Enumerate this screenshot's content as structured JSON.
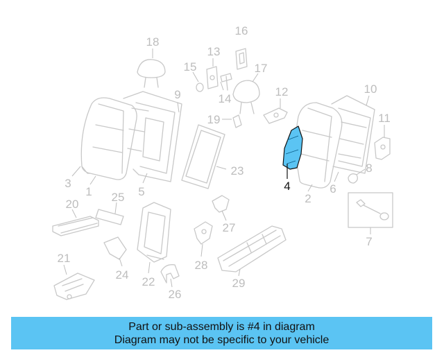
{
  "diagram": {
    "highlight_color": "#5bc4f3",
    "highlighted_part": "4",
    "callouts": [
      {
        "id": "c1",
        "label": "1"
      },
      {
        "id": "c2",
        "label": "2"
      },
      {
        "id": "c3",
        "label": "3"
      },
      {
        "id": "c4",
        "label": "4"
      },
      {
        "id": "c5",
        "label": "5"
      },
      {
        "id": "c6",
        "label": "6"
      },
      {
        "id": "c7",
        "label": "7"
      },
      {
        "id": "c8",
        "label": "8"
      },
      {
        "id": "c9",
        "label": "9"
      },
      {
        "id": "c10",
        "label": "10"
      },
      {
        "id": "c11",
        "label": "11"
      },
      {
        "id": "c12",
        "label": "12"
      },
      {
        "id": "c13",
        "label": "13"
      },
      {
        "id": "c14",
        "label": "14"
      },
      {
        "id": "c15",
        "label": "15"
      },
      {
        "id": "c16",
        "label": "16"
      },
      {
        "id": "c17",
        "label": "17"
      },
      {
        "id": "c18",
        "label": "18"
      },
      {
        "id": "c19",
        "label": "19"
      },
      {
        "id": "c20",
        "label": "20"
      },
      {
        "id": "c21",
        "label": "21"
      },
      {
        "id": "c22",
        "label": "22"
      },
      {
        "id": "c23",
        "label": "23"
      },
      {
        "id": "c24",
        "label": "24"
      },
      {
        "id": "c25",
        "label": "25"
      },
      {
        "id": "c26",
        "label": "26"
      },
      {
        "id": "c27",
        "label": "27"
      },
      {
        "id": "c28",
        "label": "28"
      },
      {
        "id": "c29",
        "label": "29"
      }
    ]
  },
  "caption": {
    "line1": "Part or sub-assembly is #4 in diagram",
    "line2": "Diagram may not be specific to your vehicle",
    "background": "#5bc4f3"
  }
}
